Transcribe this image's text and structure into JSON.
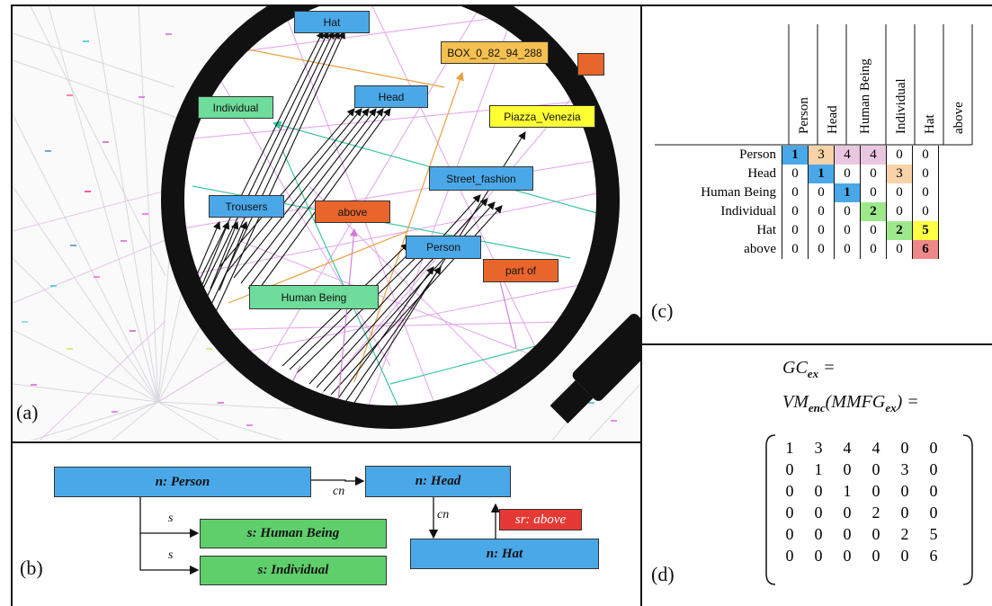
{
  "panel_labels": {
    "a": "(a)",
    "b": "(b)",
    "c": "(c)",
    "d": "(d)"
  },
  "graph_nodes": [
    {
      "label": "Hat",
      "color": "#4aa8e8"
    },
    {
      "label": "BOX_0_82_94_288",
      "color": "#f5c04f"
    },
    {
      "label": "Head",
      "color": "#4aa8e8"
    },
    {
      "label": "Individual",
      "color": "#6edc9a"
    },
    {
      "label": "Piazza_Venezia",
      "color": "#ffff33"
    },
    {
      "label": "Street_fashion",
      "color": "#4aa8e8"
    },
    {
      "label": "Trousers",
      "color": "#4aa8e8"
    },
    {
      "label": "above",
      "color": "#e8662c"
    },
    {
      "label": "Person",
      "color": "#4aa8e8"
    },
    {
      "label": "part of",
      "color": "#e8662c"
    },
    {
      "label": "Human Being",
      "color": "#6edc9a"
    }
  ],
  "schema": {
    "person": "n: Person",
    "head": "n: Head",
    "human_being": "s: Human Being",
    "individual": "s: Individual",
    "hat": "n: Hat",
    "above": "sr: above",
    "edge_cn_1": "cn",
    "edge_cn_2": "cn",
    "edge_s_1": "s",
    "edge_s_2": "s"
  },
  "matrix_table": {
    "columns": [
      "Person",
      "Head",
      "Human Being",
      "Individual",
      "Hat",
      "above"
    ],
    "rows": [
      {
        "label": "Person",
        "values": [
          "1",
          "3",
          "4",
          "4",
          "0",
          "0"
        ]
      },
      {
        "label": "Head",
        "values": [
          "0",
          "1",
          "0",
          "0",
          "3",
          "0"
        ]
      },
      {
        "label": "Human Being",
        "values": [
          "0",
          "0",
          "1",
          "0",
          "0",
          "0"
        ]
      },
      {
        "label": "Individual",
        "values": [
          "0",
          "0",
          "0",
          "2",
          "0",
          "0"
        ]
      },
      {
        "label": "Hat",
        "values": [
          "0",
          "0",
          "0",
          "0",
          "2",
          "5"
        ]
      },
      {
        "label": "above",
        "values": [
          "0",
          "0",
          "0",
          "0",
          "0",
          "6"
        ]
      }
    ],
    "highlight_colors": {
      "blue": "#4aa8e8",
      "peach": "#f8d2a8",
      "pink": "#e9c7e0",
      "green": "#9ee88c",
      "yellow": "#ffff44",
      "red": "#ee8888"
    }
  },
  "equation": {
    "line1": "GCex =",
    "line2": "VMenc(MMFGex) =",
    "matrix": [
      [
        "1",
        "3",
        "4",
        "4",
        "0",
        "0"
      ],
      [
        "0",
        "1",
        "0",
        "0",
        "3",
        "0"
      ],
      [
        "0",
        "0",
        "1",
        "0",
        "0",
        "0"
      ],
      [
        "0",
        "0",
        "0",
        "2",
        "0",
        "0"
      ],
      [
        "0",
        "0",
        "0",
        "0",
        "2",
        "5"
      ],
      [
        "0",
        "0",
        "0",
        "0",
        "0",
        "6"
      ]
    ]
  }
}
